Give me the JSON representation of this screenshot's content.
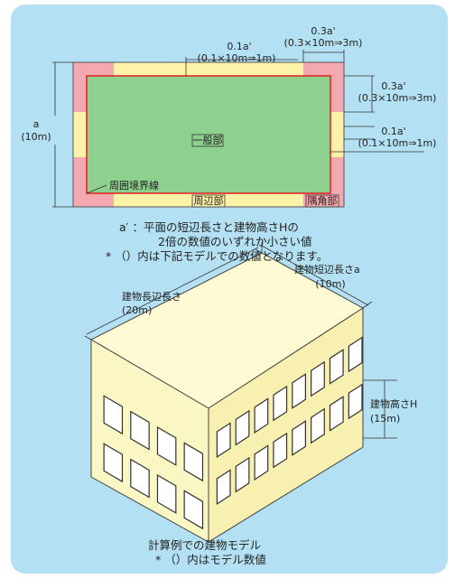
{
  "plan": {
    "dim_top_left": {
      "line1": "0.1a'",
      "line2": "(0.1×10m⇒1m)"
    },
    "dim_top_right": {
      "line1": "0.3a'",
      "line2": "(0.3×10m⇒3m)"
    },
    "dim_right_upper": {
      "line1": "0.3a'",
      "line2": "(0.3×10m⇒3m)"
    },
    "dim_right_lower": {
      "line1": "0.1a'",
      "line2": "(0.1×10m⇒1m)"
    },
    "dim_left": {
      "line1": "a",
      "line2": "(10m)"
    },
    "zone_general": "一般部",
    "zone_perimeter": "周辺部",
    "zone_corner": "隅角部",
    "boundary_label": "周囲境界線"
  },
  "note": {
    "line1": "a′ ：平面の短辺長さと建物高さHの",
    "line2": "2倍の数値のいずれか小さい値",
    "line3": "* （）内は下記モデルでの数値となります。"
  },
  "model": {
    "short_side": {
      "line1": "建物短辺長さa",
      "line2": "(10m)"
    },
    "long_side": {
      "line1": "建物長辺長さ",
      "line2": "(20m)"
    },
    "height": {
      "line1": "建物高さH",
      "line2": "(15m)"
    }
  },
  "caption": {
    "line1": "計算例での建物モデル",
    "line2": "* （）内はモデル数値"
  },
  "colors": {
    "panel": "#b3e0f2",
    "perimeter_zone": "#fdf3a8",
    "corner_zone": "#f4a8b0",
    "general_zone": "#8ed08e",
    "boundary": "#e02020",
    "building_front": "#fbf7c4",
    "building_side": "#f8f0b0",
    "building_roof": "#fdfad4"
  }
}
